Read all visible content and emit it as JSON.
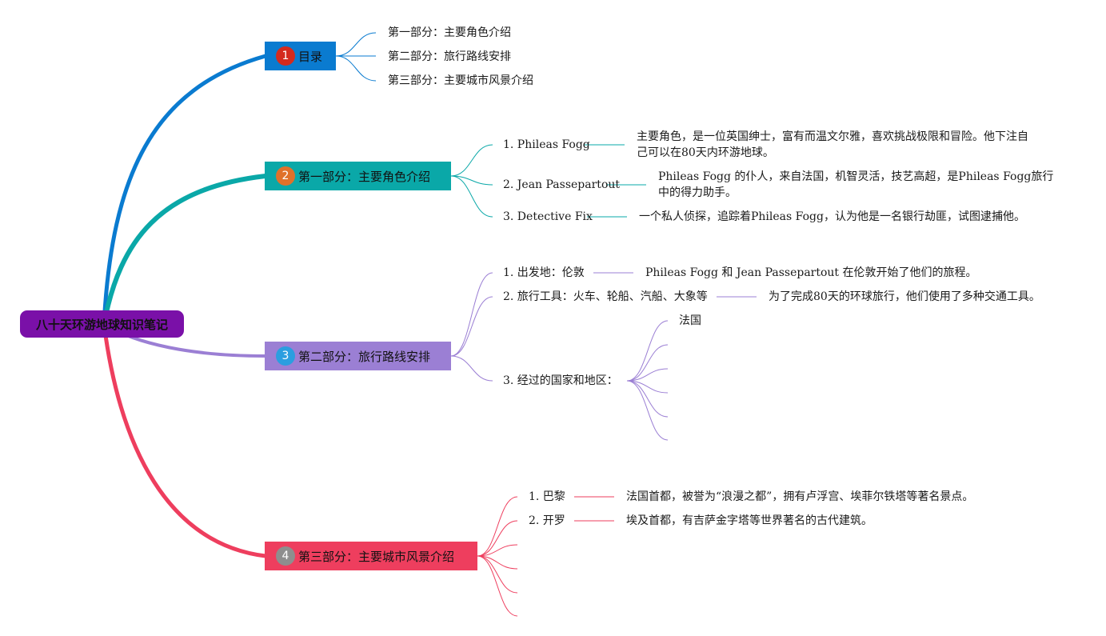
{
  "root": {
    "label": "八十天环游地球知识笔记"
  },
  "colors": {
    "toc": "#0a7bd0",
    "characters": "#0aa8a8",
    "route": "#9b7fd4",
    "cities": "#ee3e5e",
    "root": "#7a10a8",
    "badge_red": "#d42a1e",
    "badge_orange": "#e0712a",
    "badge_blue": "#2b9ee0",
    "badge_gray": "#8e8e8e"
  },
  "toc": {
    "badge": "1",
    "label": "目录",
    "items": [
      "第一部分：主要角色介绍",
      "第二部分：旅行路线安排",
      "第三部分：主要城市风景介绍"
    ]
  },
  "characters": {
    "badge": "2",
    "label": "第一部分：主要角色介绍",
    "items": [
      {
        "name": "1. Phileas Fogg",
        "desc": "主要角色，是一位英国绅士，富有而温文尔雅，喜欢挑战极限和冒险。他下注自己可以在80天内环游地球。"
      },
      {
        "name": "2. Jean Passepartout",
        "desc": "Phileas Fogg 的仆人，来自法国，机智灵活，技艺高超，是Phileas Fogg旅行中的得力助手。"
      },
      {
        "name": "3. Detective Fix",
        "desc": "一个私人侦探，追踪着Phileas Fogg，认为他是一名银行劫匪，试图逮捕他。"
      }
    ]
  },
  "route": {
    "badge": "3",
    "label": "第二部分：旅行路线安排",
    "items": [
      {
        "name": "1. 出发地：伦敦",
        "desc": "Phileas Fogg 和 Jean Passepartout 在伦敦开始了他们的旅程。"
      },
      {
        "name": "2. 旅行工具：火车、轮船、汽船、大象等",
        "desc": "为了完成80天的环球旅行，他们使用了多种交通工具。"
      },
      {
        "name": "3. 经过的国家和地区：",
        "countries": [
          "法国",
          "",
          "",
          "",
          "",
          ""
        ]
      }
    ]
  },
  "cities": {
    "badge": "4",
    "label": "第三部分：主要城市风景介绍",
    "items": [
      {
        "name": "1. 巴黎",
        "desc": "法国首都，被誉为“浪漫之都”，拥有卢浮宫、埃菲尔铁塔等著名景点。"
      },
      {
        "name": "2. 开罗",
        "desc": "埃及首都，有吉萨金字塔等世界著名的古代建筑。"
      },
      {
        "name": "",
        "desc": ""
      },
      {
        "name": "",
        "desc": ""
      },
      {
        "name": "",
        "desc": ""
      },
      {
        "name": "",
        "desc": ""
      }
    ]
  }
}
